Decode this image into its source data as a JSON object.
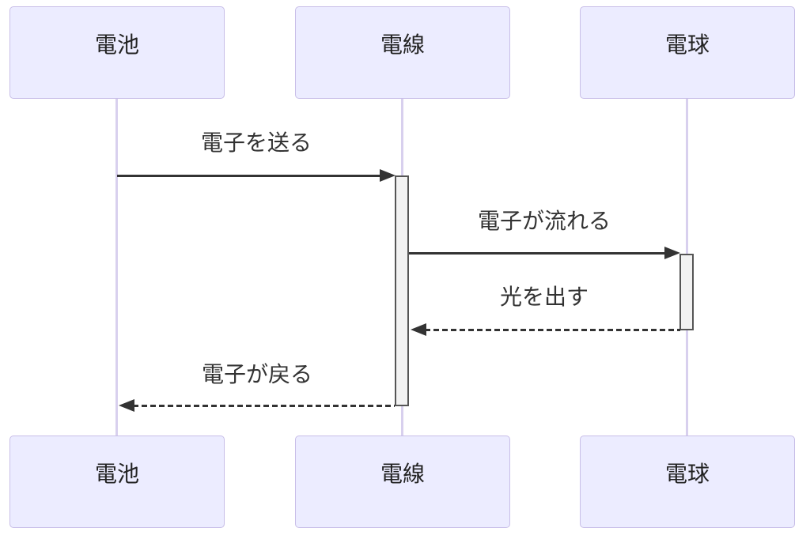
{
  "diagram": {
    "type": "sequence",
    "actors": [
      {
        "id": "battery",
        "label": "電池"
      },
      {
        "id": "wire",
        "label": "電線"
      },
      {
        "id": "bulb",
        "label": "電球"
      }
    ],
    "messages": [
      {
        "from": "電池",
        "to": "電線",
        "label": "電子を送る",
        "line": "solid",
        "direction": "right"
      },
      {
        "from": "電線",
        "to": "電球",
        "label": "電子が流れる",
        "line": "solid",
        "direction": "right"
      },
      {
        "from": "電球",
        "to": "電線",
        "label": "光を出す",
        "line": "dashed",
        "direction": "left"
      },
      {
        "from": "電線",
        "to": "電池",
        "label": "電子が戻る",
        "line": "dashed",
        "direction": "left"
      }
    ],
    "colors": {
      "actor_fill": "#ECECFF",
      "actor_border": "#C8BEE8",
      "lifeline": "#D8D0EE",
      "activation_fill": "#F2F2F2",
      "activation_border": "#555555",
      "arrow": "#333333",
      "text": "#333333",
      "background": "#FFFFFF"
    }
  }
}
